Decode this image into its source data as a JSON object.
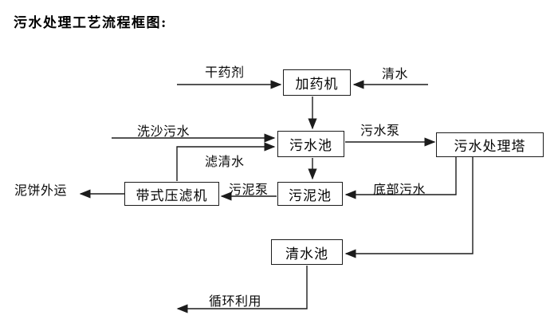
{
  "page": {
    "title": "污水处理工艺流程框图:"
  },
  "diagram": {
    "type": "flowchart",
    "colors": {
      "line": "#1c1c1c",
      "text": "#000000",
      "background": "#ffffff",
      "box_border": "#1c1c1c"
    },
    "nodes": [
      {
        "id": "dosing-machine",
        "label": "加药机"
      },
      {
        "id": "sewage-pool",
        "label": "污水池"
      },
      {
        "id": "sewage-treatment-tower",
        "label": "污水处理塔"
      },
      {
        "id": "sludge-pool",
        "label": "污泥池"
      },
      {
        "id": "belt-filter-press",
        "label": "带式压滤机"
      },
      {
        "id": "clean-water-pool",
        "label": "清水池"
      }
    ],
    "edges": [
      {
        "label": "干药剂",
        "from": "外部",
        "to": "加药机"
      },
      {
        "label": "清水",
        "from": "外部",
        "to": "加药机"
      },
      {
        "label": "",
        "from": "加药机",
        "to": "污水池"
      },
      {
        "label": "洗沙污水",
        "from": "外部",
        "to": "污水池"
      },
      {
        "label": "滤清水",
        "from": "带式压滤机",
        "to": "污水池"
      },
      {
        "label": "污水泵",
        "from": "污水池",
        "to": "污水处理塔"
      },
      {
        "label": "",
        "from": "污水池",
        "to": "污泥池"
      },
      {
        "label": "底部污水",
        "from": "污水处理塔",
        "to": "污泥池"
      },
      {
        "label": "污泥泵",
        "from": "污泥池",
        "to": "带式压滤机"
      },
      {
        "label": "泥饼外运",
        "from": "带式压滤机",
        "to": "外运"
      },
      {
        "label": "",
        "from": "污水处理塔",
        "to": "清水池"
      },
      {
        "label": "循环利用",
        "from": "清水池",
        "to": "回用"
      }
    ]
  }
}
